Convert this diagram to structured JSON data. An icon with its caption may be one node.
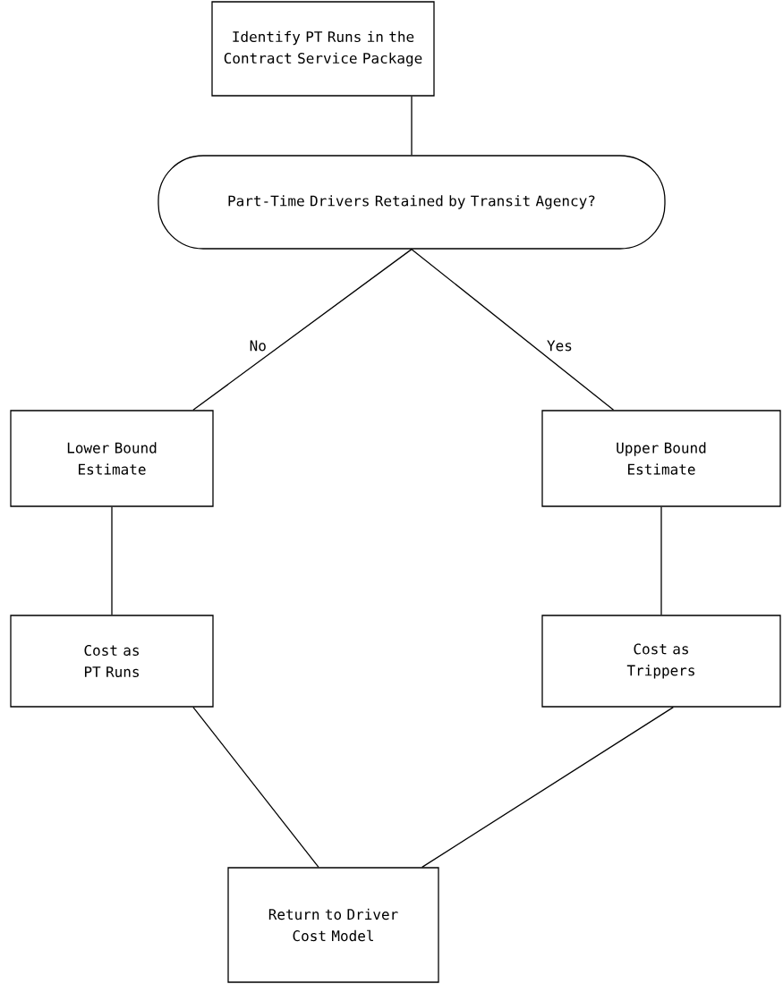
{
  "diagram": {
    "nodes": [
      {
        "text": [
          "Identify PT Runs in the Contract Service Package"
        ]
      },
      {
        "text": [
          "Part-Time Drivers Retained by Transit Agency?"
        ]
      },
      {
        "text": [
          "Lower Bound Estimate"
        ]
      },
      {
        "text": [
          "Upper Bound Estimate"
        ]
      },
      {
        "text": [
          "Cost as PT Runs"
        ]
      },
      {
        "text": [
          "Cost as Trippers"
        ]
      },
      {
        "text": [
          "Return to Driver Cost Model"
        ]
      }
    ],
    "edges": [
      {
        "from": 0,
        "to": 1,
        "arrow": "none"
      },
      {
        "from": 1,
        "to": 2,
        "arrow": "none",
        "label": "No"
      },
      {
        "from": 1,
        "to": 3,
        "arrow": "none",
        "label": "Yes"
      },
      {
        "from": 2,
        "to": 4,
        "arrow": "none"
      },
      {
        "from": 3,
        "to": 5,
        "arrow": "none"
      },
      {
        "from": 4,
        "to": 6,
        "arrow": "none"
      },
      {
        "from": 5,
        "to": 6,
        "arrow": "none"
      }
    ]
  }
}
